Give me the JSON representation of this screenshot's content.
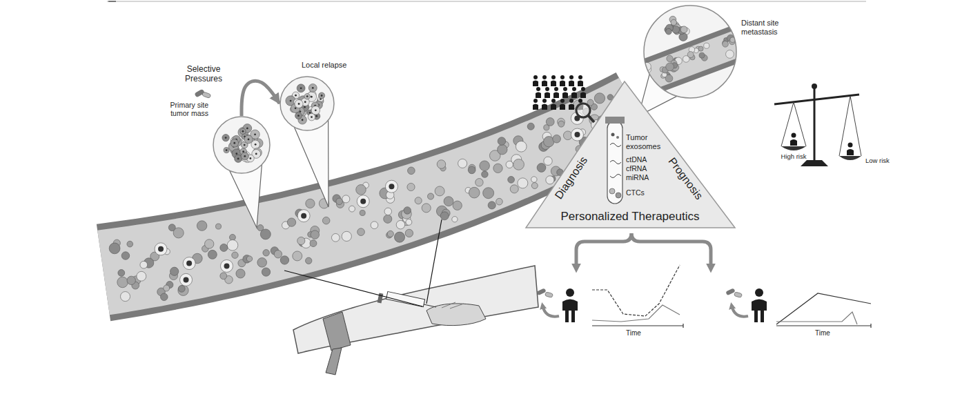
{
  "diagram": {
    "nodes": [
      {
        "text": [
          "Primary site tumor mass"
        ]
      },
      {
        "text": [
          "Local relapse"
        ]
      },
      {
        "text": [
          "Distant site metastasis"
        ]
      },
      {
        "text": [
          "Diagnosis",
          "Prognosis",
          "Tumor exosomes",
          "ctDNA",
          "cfRNA",
          "miRNA",
          "CTCs",
          "Personalized Therapeutics"
        ]
      }
    ],
    "edges": [
      {
        "from": 0,
        "to": 1,
        "label": "Selective Pressures",
        "arrow": "to"
      }
    ],
    "labels": [
      "High risk",
      "Low risk",
      "Time",
      "Time"
    ]
  }
}
